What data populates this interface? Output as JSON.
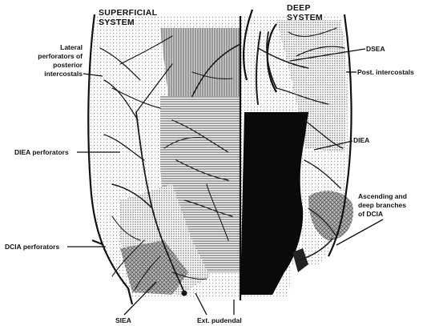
{
  "headers": {
    "superficial_line1": "SUPERFICIAL",
    "superficial_line2": "SYSTEM",
    "deep_line1": "DEEP",
    "deep_line2": "SYSTEM"
  },
  "labels": {
    "lateral_perforators": [
      "Lateral",
      "perforators of",
      "posterior",
      "intercostals"
    ],
    "diea_perforators": "DIEA perforators",
    "dcia_perforators": "DCIA perforators",
    "siea": "SIEA",
    "ext_pudendal": "Ext. pudendal",
    "dsea": "DSEA",
    "post_intercostals": "Post. intercostals",
    "diea": "DIEA",
    "ascending_branches": [
      "Ascending and",
      "deep branches",
      "of DCIA"
    ]
  },
  "colors": {
    "ink": "#111111",
    "dense_stipple": "#9a9a9a",
    "light_stipple": "#d6d6d6",
    "muscle_black": "#0a0a0a"
  }
}
